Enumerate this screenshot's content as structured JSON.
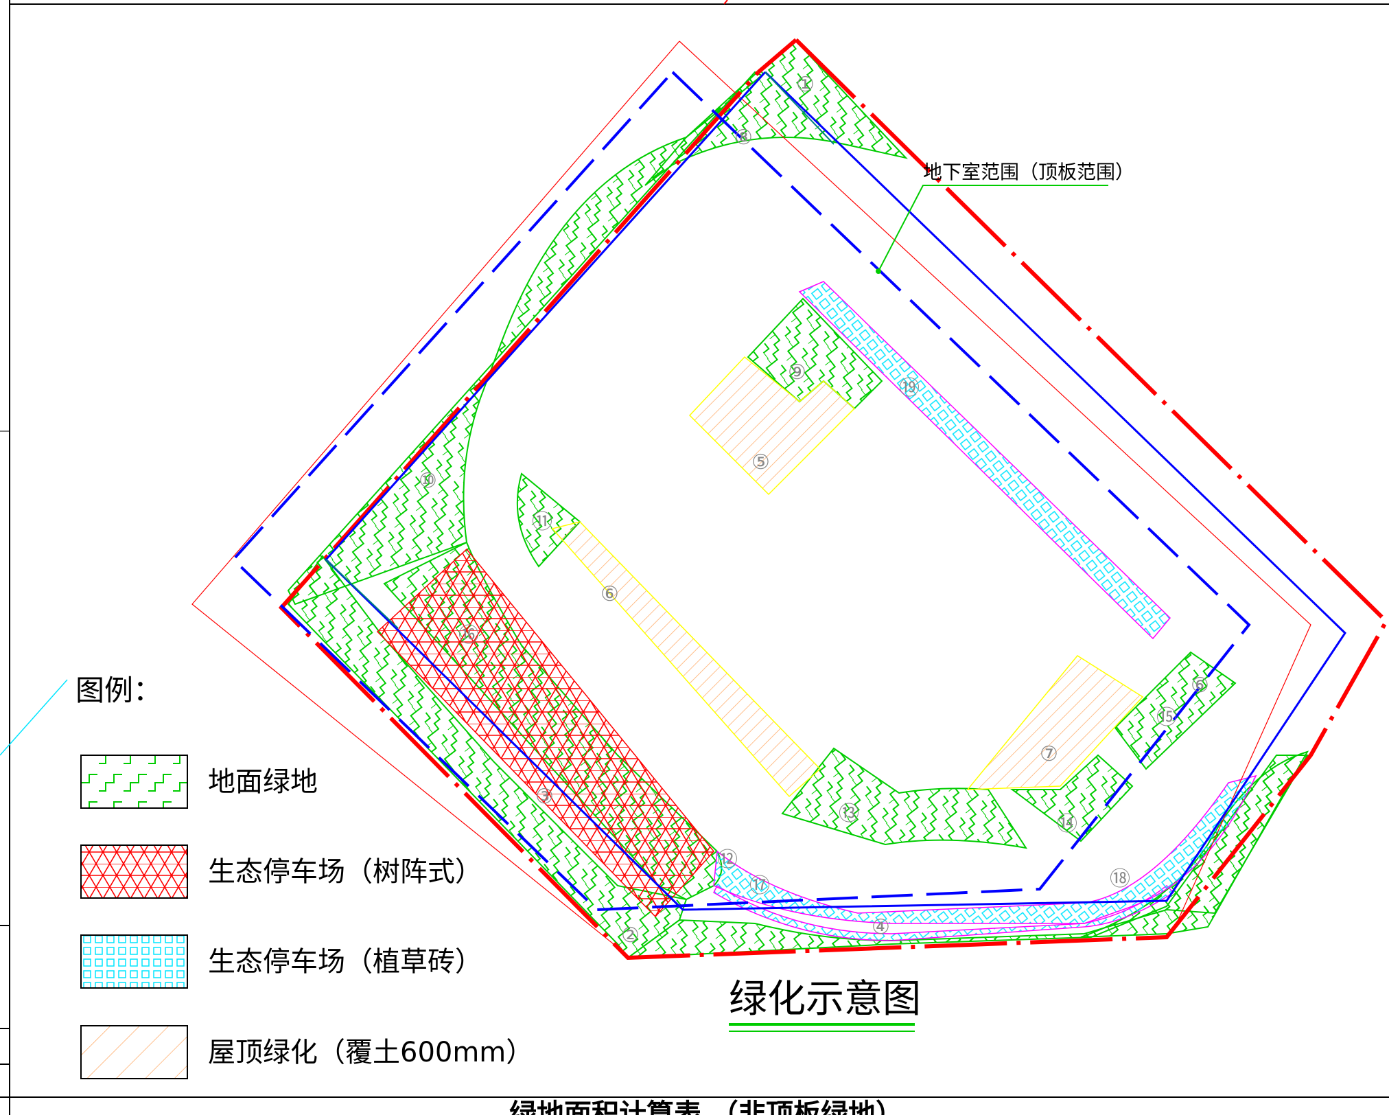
{
  "drawing": {
    "title": "绿化示意图",
    "bottom_title": "绿地面积计算表 （非顶板绿地）",
    "basement_note": "地下室范围（顶板范围）"
  },
  "legend": {
    "title": "图例：",
    "items": [
      {
        "label": "地面绿地",
        "pattern": "ground-green",
        "color": "#00cc00"
      },
      {
        "label": "生态停车场（树阵式）",
        "pattern": "tree-parking",
        "color": "#ff0000"
      },
      {
        "label": "生态停车场（植草砖）",
        "pattern": "grass-brick-parking",
        "color": "#00e5ff"
      },
      {
        "label": "屋顶绿化（覆土600mm）",
        "pattern": "roof-green",
        "color": "#ffaa66"
      }
    ]
  },
  "zones": [
    {
      "id": "1",
      "label": "①",
      "type": "ground-green"
    },
    {
      "id": "2",
      "label": "②",
      "type": "ground-green"
    },
    {
      "id": "3",
      "label": "③",
      "type": "ground-green"
    },
    {
      "id": "4",
      "label": "④",
      "type": "grass-brick-parking"
    },
    {
      "id": "5",
      "label": "⑤",
      "type": "roof-green"
    },
    {
      "id": "6",
      "label": "⑥",
      "type": "roof-green"
    },
    {
      "id": "7",
      "label": "⑦",
      "type": "roof-green"
    },
    {
      "id": "8",
      "label": "⑧",
      "type": "ground-green"
    },
    {
      "id": "9",
      "label": "⑨",
      "type": "ground-green"
    },
    {
      "id": "10",
      "label": "⑩",
      "type": "ground-green"
    },
    {
      "id": "11",
      "label": "⑪",
      "type": "ground-green"
    },
    {
      "id": "12",
      "label": "⑫",
      "type": "ground-green"
    },
    {
      "id": "13",
      "label": "⑬",
      "type": "ground-green"
    },
    {
      "id": "14",
      "label": "⑭",
      "type": "ground-green"
    },
    {
      "id": "15",
      "label": "⑮",
      "type": "ground-green"
    },
    {
      "id": "16",
      "label": "⑯",
      "type": "tree-parking"
    },
    {
      "id": "17",
      "label": "⑰",
      "type": "grass-brick-parking"
    },
    {
      "id": "18",
      "label": "⑱",
      "type": "grass-brick-parking"
    },
    {
      "id": "19",
      "label": "⑲",
      "type": "grass-brick-parking"
    },
    {
      "id": "6b",
      "label": "⑥",
      "type": "ground-green"
    }
  ],
  "colors": {
    "site_boundary": "#ff0000",
    "building_line": "#0000ff",
    "green": "#00cc00",
    "grass_brick": "#00e5ff",
    "roof": "#ffaa66",
    "leader": "#00cc00",
    "magenta": "#ff00ff"
  }
}
